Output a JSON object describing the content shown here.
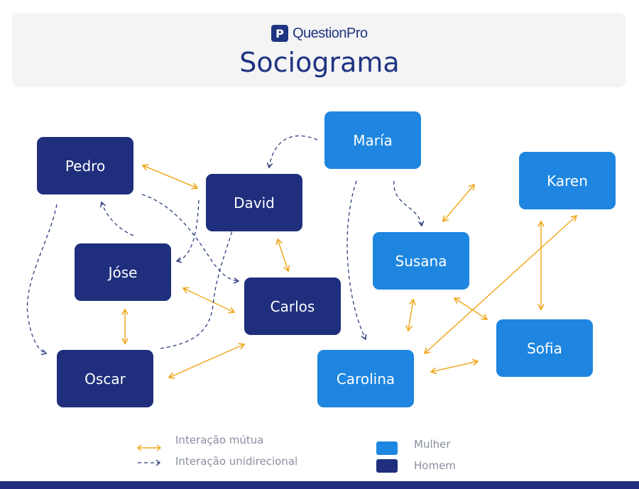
{
  "header": {
    "logo_text": "QuestionPro",
    "logo_mark": "P",
    "title": "Sociograma"
  },
  "nodes": {
    "pedro": "Pedro",
    "david": "David",
    "maria": "María",
    "karen": "Karen",
    "jose": "Jóse",
    "carlos": "Carlos",
    "susana": "Susana",
    "oscar": "Oscar",
    "carolina": "Carolina",
    "sofia": "Sofia"
  },
  "legend": {
    "mutual": "Interação mútua",
    "unidirectional": "Interação unidirecional",
    "female": "Mulher",
    "male": "Homem"
  },
  "colors": {
    "male": "#1f2f7d",
    "female": "#1e86e0",
    "mutual_arrow": "#f0aa22",
    "dashed_arrow": "#2d3f80"
  }
}
